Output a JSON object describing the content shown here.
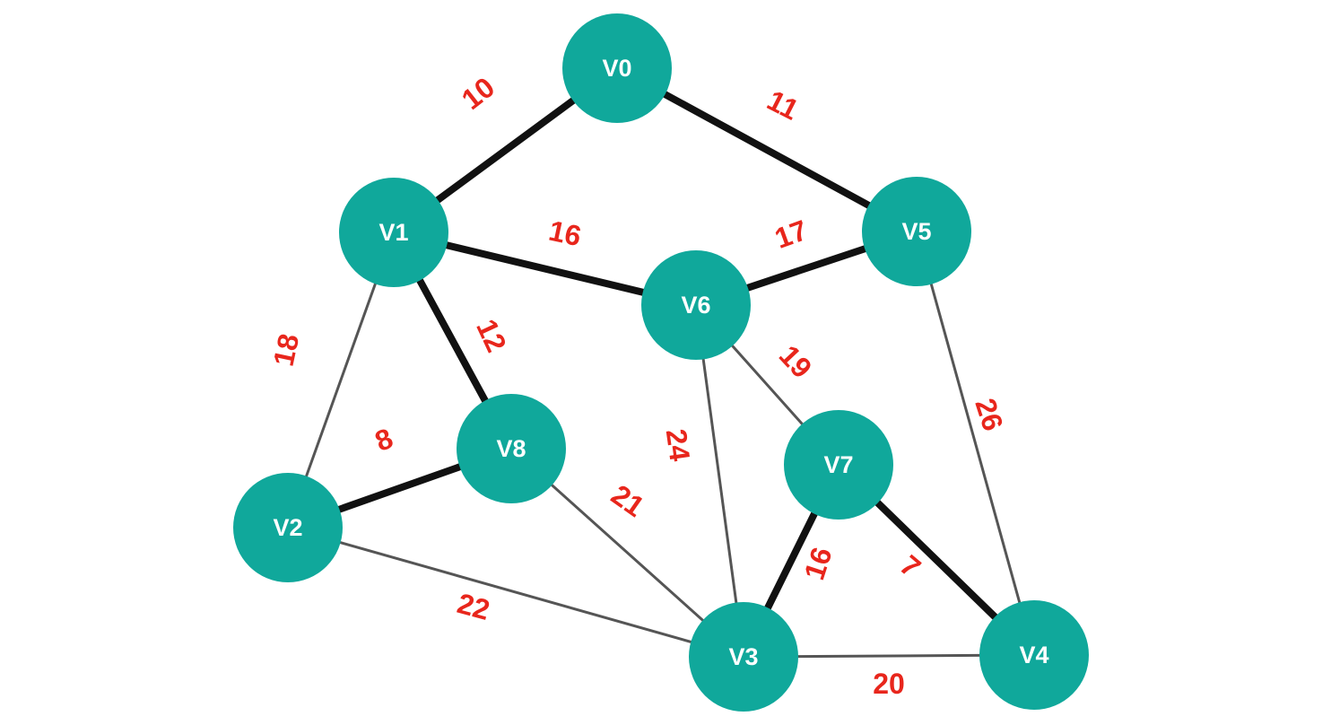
{
  "colors": {
    "node_fill": "#10a89b",
    "node_text": "#ffffff",
    "weight_text": "#e8261c",
    "edge": "#555555",
    "edge_highlight": "#111111"
  },
  "nodes": [
    {
      "id": "V0",
      "label": "V0"
    },
    {
      "id": "V1",
      "label": "V1"
    },
    {
      "id": "V2",
      "label": "V2"
    },
    {
      "id": "V3",
      "label": "V3"
    },
    {
      "id": "V4",
      "label": "V4"
    },
    {
      "id": "V5",
      "label": "V5"
    },
    {
      "id": "V6",
      "label": "V6"
    },
    {
      "id": "V7",
      "label": "V7"
    },
    {
      "id": "V8",
      "label": "V8"
    }
  ],
  "edges": [
    {
      "from": "V0",
      "to": "V1",
      "weight": "10",
      "highlighted": true
    },
    {
      "from": "V0",
      "to": "V5",
      "weight": "11",
      "highlighted": true
    },
    {
      "from": "V1",
      "to": "V6",
      "weight": "16",
      "highlighted": true
    },
    {
      "from": "V1",
      "to": "V8",
      "weight": "12",
      "highlighted": true
    },
    {
      "from": "V1",
      "to": "V2",
      "weight": "18",
      "highlighted": false
    },
    {
      "from": "V5",
      "to": "V6",
      "weight": "17",
      "highlighted": true
    },
    {
      "from": "V5",
      "to": "V4",
      "weight": "26",
      "highlighted": false
    },
    {
      "from": "V6",
      "to": "V7",
      "weight": "19",
      "highlighted": false
    },
    {
      "from": "V6",
      "to": "V3",
      "weight": "24",
      "highlighted": false
    },
    {
      "from": "V2",
      "to": "V8",
      "weight": "8",
      "highlighted": true
    },
    {
      "from": "V2",
      "to": "V3",
      "weight": "22",
      "highlighted": false
    },
    {
      "from": "V8",
      "to": "V3",
      "weight": "21",
      "highlighted": false
    },
    {
      "from": "V7",
      "to": "V3",
      "weight": "16",
      "highlighted": true
    },
    {
      "from": "V7",
      "to": "V4",
      "weight": "7",
      "highlighted": true
    },
    {
      "from": "V3",
      "to": "V4",
      "weight": "20",
      "highlighted": false
    }
  ]
}
